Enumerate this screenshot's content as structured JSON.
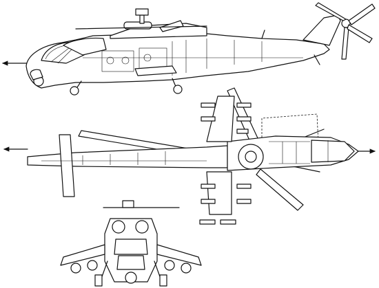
{
  "colors": {
    "ink": "#111111",
    "paper": "#ffffff"
  },
  "views": [
    {
      "id": "side",
      "kind": "side-elevation"
    },
    {
      "id": "top",
      "kind": "plan-view"
    },
    {
      "id": "front",
      "kind": "front-elevation"
    }
  ]
}
